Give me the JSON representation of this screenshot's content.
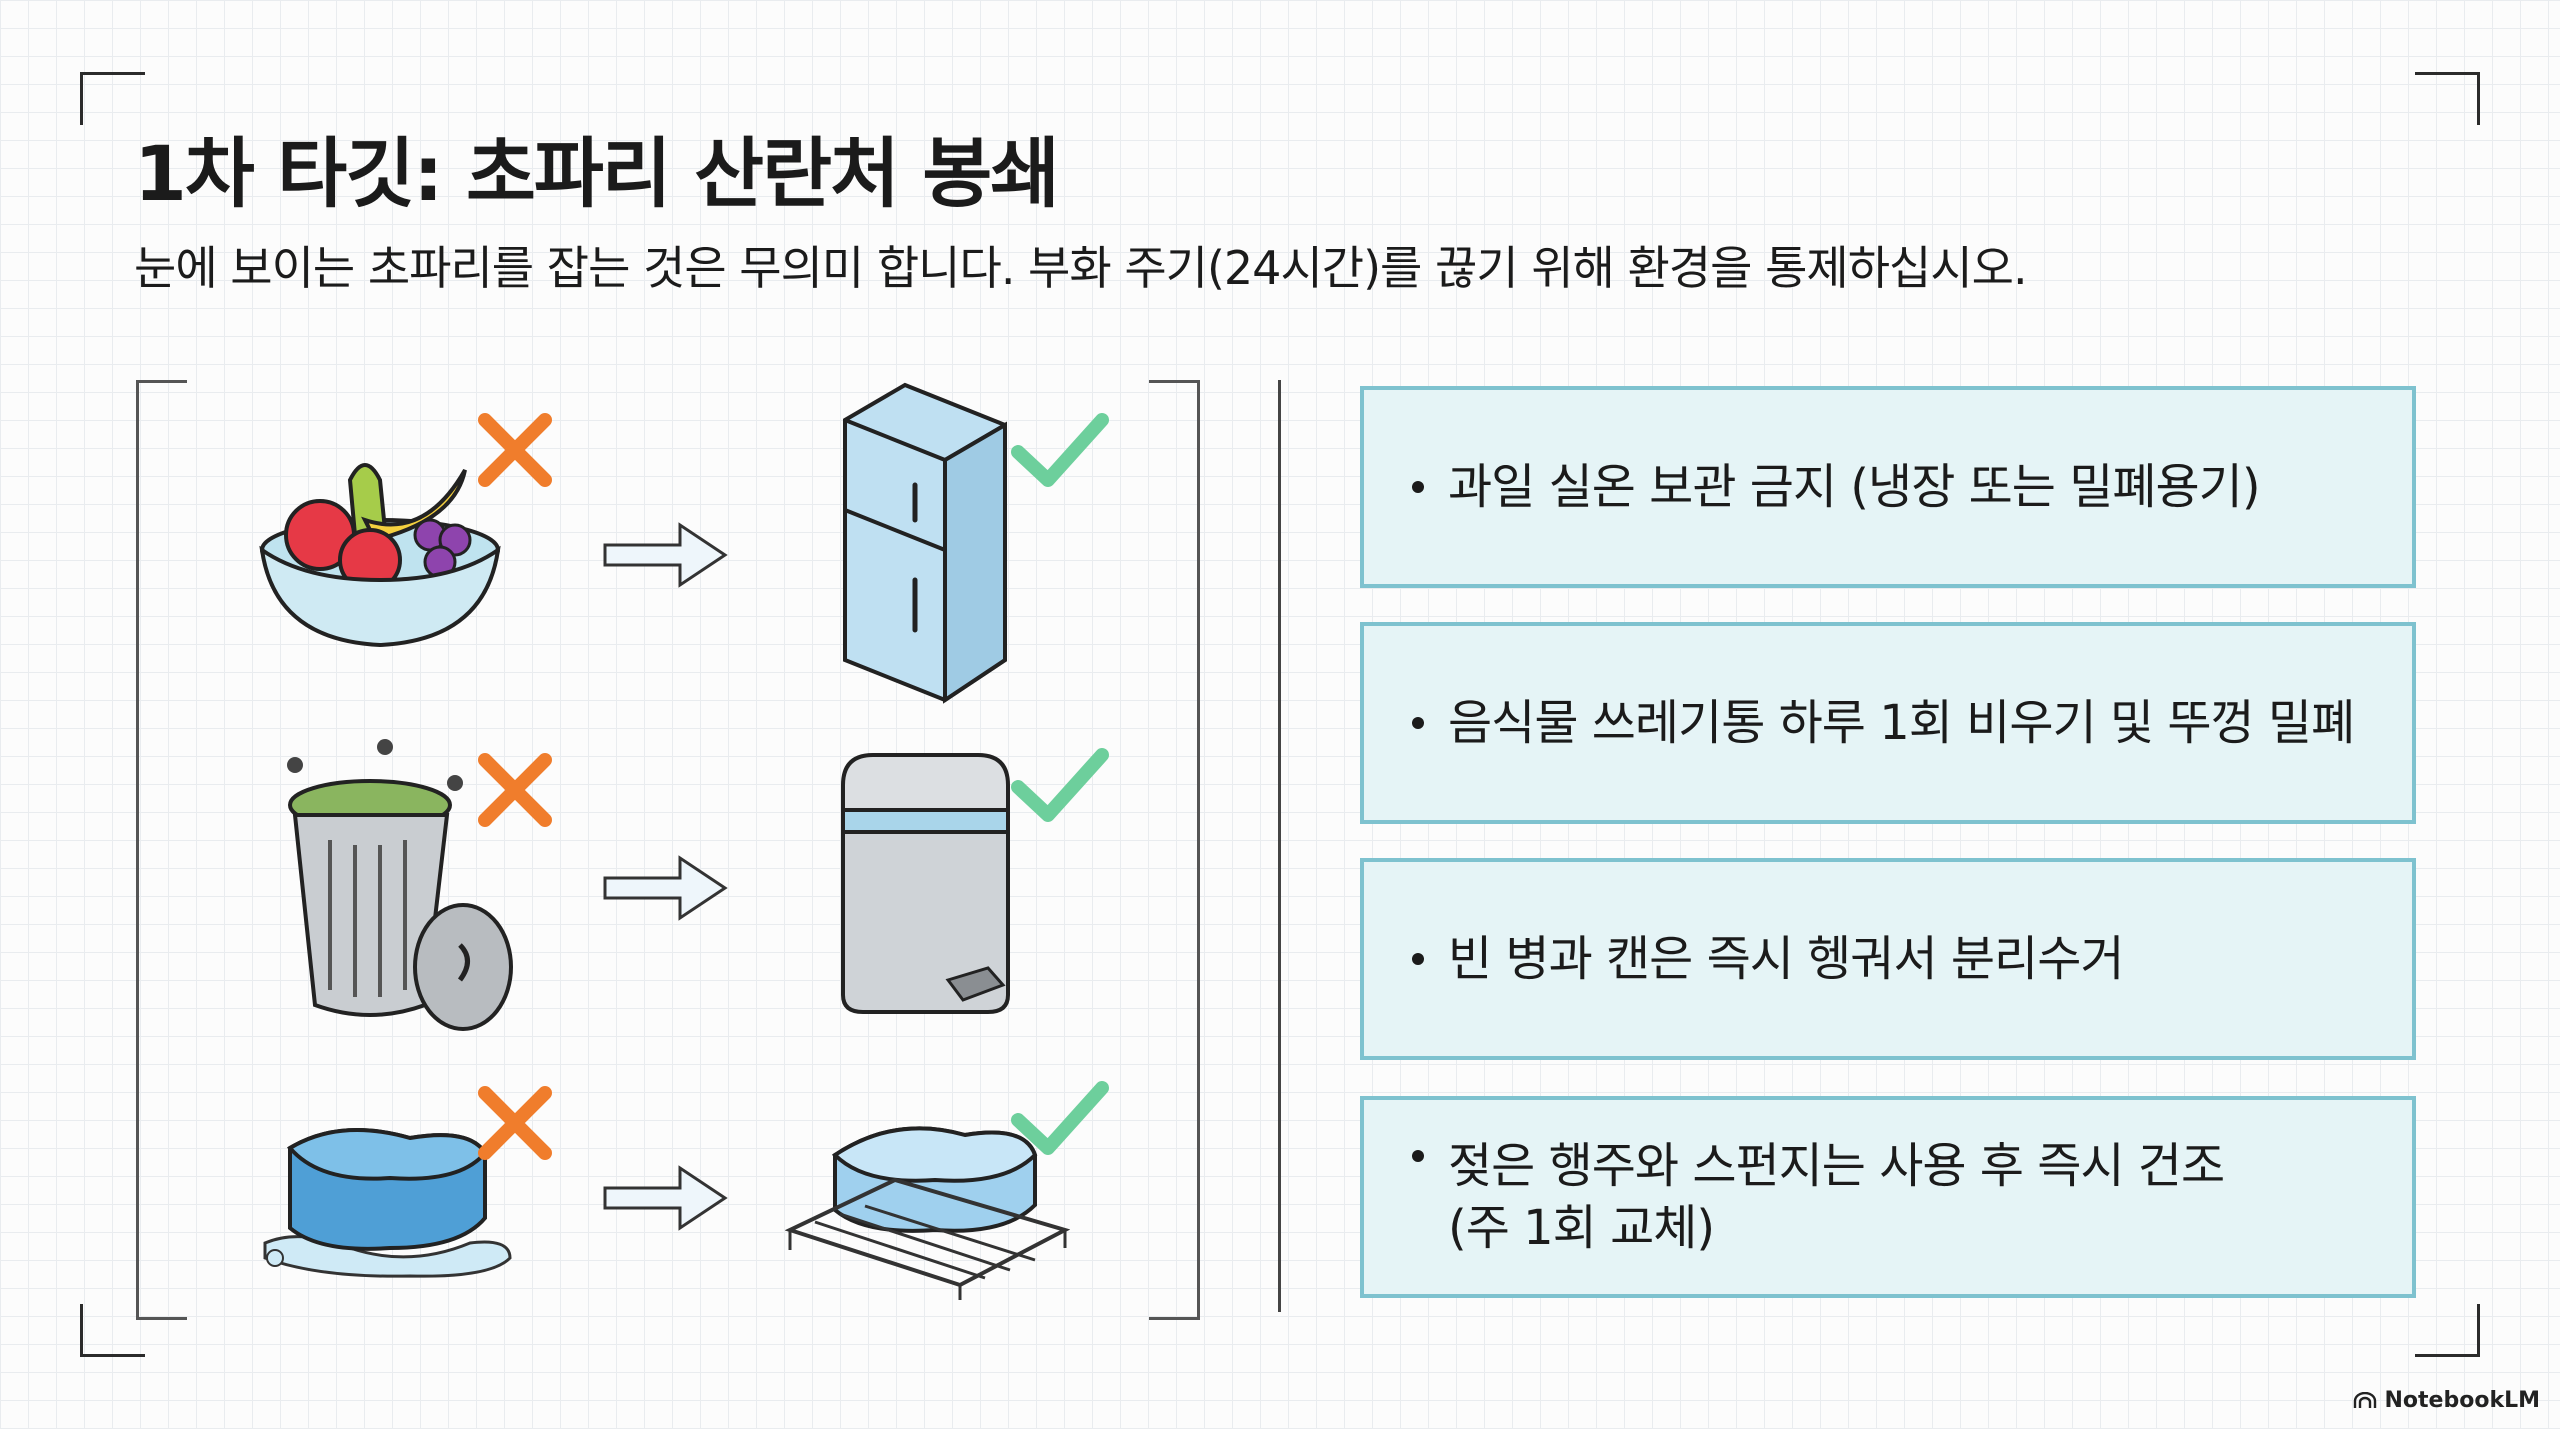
{
  "title": "1차 타깃: 초파리 산란처 봉쇄",
  "subtitle": "눈에 보이는 초파리를 잡는 것은 무의미 합니다. 부화 주기(24시간)를 끊기 위해 환경을 통제하십시오.",
  "rows": [
    {
      "bad": "fruit-bowl-icon",
      "good": "refrigerator-icon"
    },
    {
      "bad": "open-trash-can-icon",
      "good": "lidded-trash-can-icon"
    },
    {
      "bad": "wet-sponge-icon",
      "good": "drying-sponge-on-rack-icon"
    }
  ],
  "cards": [
    {
      "line1": "과일 실온 보관 금지 (냉장 또는 밀폐용기)"
    },
    {
      "line1": "음식물 쓰레기통 하루 1회 비우기 및 뚜껑 밀폐"
    },
    {
      "line1": "빈 병과 캔은 즉시 헹궈서 분리수거"
    },
    {
      "line1": "젖은 행주와 스펀지는 사용 후 즉시 건조",
      "line2": "(주 1회 교체)"
    }
  ],
  "brand": "NotebookLM",
  "colors": {
    "cross": "#f07d2c",
    "check": "#6dcf9c",
    "card_bg": "#e5f4f6",
    "card_border": "#7ec2cf"
  }
}
